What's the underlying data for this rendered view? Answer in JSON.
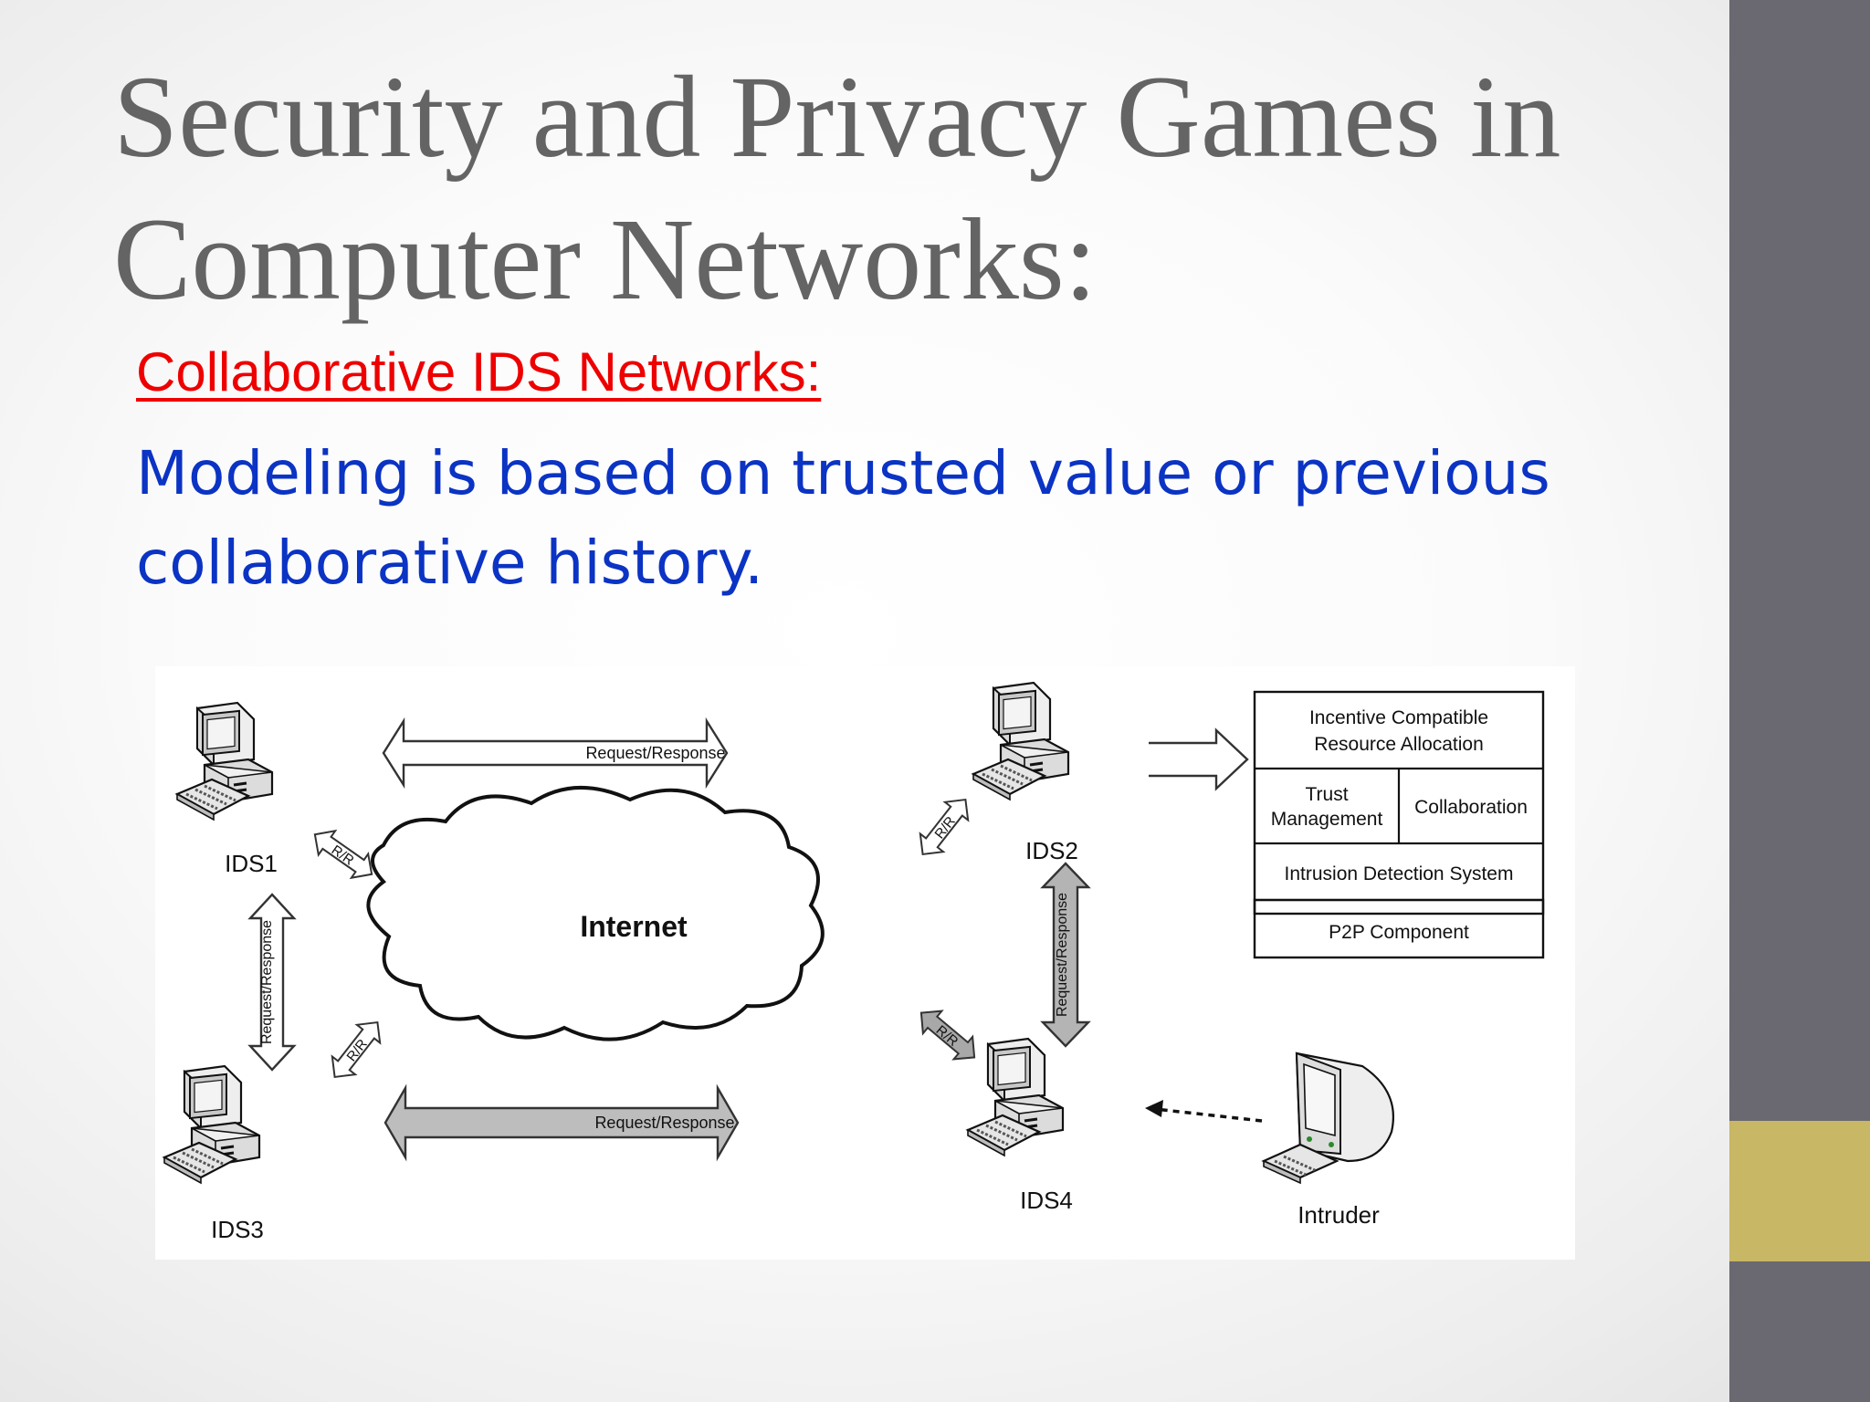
{
  "slide": {
    "title": "Security and Privacy Games in Computer Networks:",
    "subtitle": "Collaborative IDS Networks:",
    "body": "Modeling is based on trusted value or previous collaborative history.",
    "colors": {
      "title": "#646464",
      "subtitle": "#ee0000",
      "body": "#0b33c4",
      "side_bar": "#6a6870",
      "accent": "#c8b764"
    }
  },
  "diagram": {
    "cloud_label": "Internet",
    "nodes": {
      "ids1": "IDS1",
      "ids2": "IDS2",
      "ids3": "IDS3",
      "ids4": "IDS4",
      "intruder": "Intruder"
    },
    "arrows": {
      "top_link": "Request/Response",
      "bottom_link": "Request/Response",
      "left_vertical": "Request/Response",
      "right_vertical": "Request/Response",
      "rr": "R/R"
    },
    "stack": {
      "row1_line1": "Incentive Compatible",
      "row1_line2": "Resource Allocation",
      "trust_line1": "Trust",
      "trust_line2": "Management",
      "collaboration": "Collaboration",
      "row3": "Intrusion Detection System",
      "row4": "P2P Component"
    }
  }
}
